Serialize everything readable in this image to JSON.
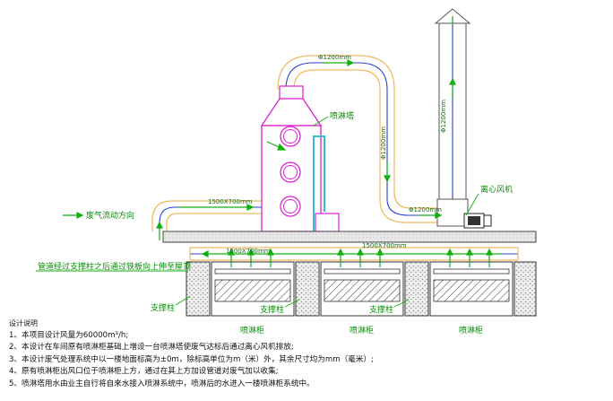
{
  "labels": {
    "spray_tower": "喷淋塔",
    "fan": "离心风机",
    "airflow_direction": "废气流动方向",
    "pipe_note": "管道经过支撑柱之后通过铁板向上伸至屋顶",
    "support_left": "支撑柱",
    "support_mid": "支撑柱",
    "support_right": "支撑柱",
    "cabinet_1": "喷淋柜",
    "cabinet_2": "喷淋柜",
    "cabinet_3": "喷淋柜"
  },
  "dimensions": {
    "top_duct": "Φ1200mm",
    "stack": "Φ1200mm",
    "down_duct": "Φ1200mm",
    "fan_duct": "Φ1200mm",
    "inlet_duct": "1500X700mm",
    "floor_duct_left": "1500X700mm",
    "floor_duct_right": "1500X700mm"
  },
  "notes": {
    "title": "设计说明",
    "items": [
      "1、本项目设计风量为60000m³/h;",
      "2、本设计在车间原有喷淋柜基础上增设一台喷淋塔使废气达标后通过离心风机排放;",
      "3、本设计废气处理系统中以一楼地面标高为±0m，除标高单位为m（米）外，其余尺寸均为mm（毫米）;",
      "4、原有喷淋柜出风口位于喷淋柜上方，通过在其上方加设管道对废气加以收集;",
      "5、喷淋塔用水由业主自行将自来水接入喷淋系统中，喷淋后的水进入一楼喷淋柜系统中。"
    ]
  },
  "colors": {
    "duct_outer": "#f0b860",
    "duct_center": "#2a3fd0",
    "tower": "#e020d0",
    "arrow": "#10b010",
    "slab": "#e6e6e6",
    "column_hatch": "#555555"
  }
}
